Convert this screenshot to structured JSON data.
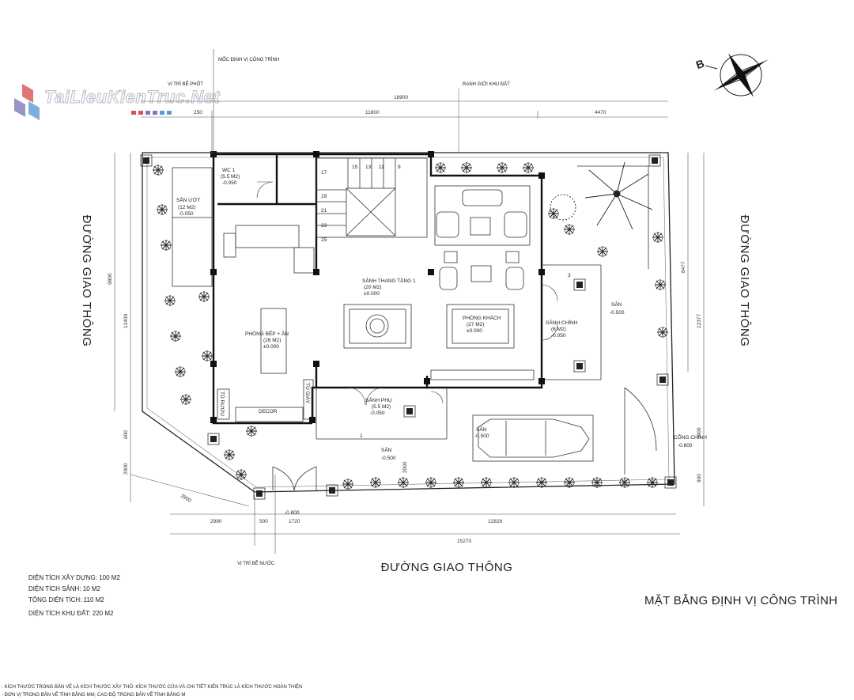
{
  "logo": {
    "text": "TaiLieuKienTruc.Net"
  },
  "roads": {
    "left": "ĐƯỜNG GIAO THÔNG",
    "right": "ĐƯỜNG GIAO THÔNG",
    "bottom": "ĐƯỜNG GIAO THÔNG"
  },
  "drawing_title": "MẶT BẰNG ĐỊNH VỊ CÔNG TRÌNH",
  "north_mark": "B",
  "callouts": {
    "moc_dinh_vi": "MỐC ĐỊNH VỊ CÔNG TRÌNH",
    "vi_tri_be_phot": "VỊ TRÍ BỂ PHỐT",
    "ranh_gioi": "RANH GIỚI KHU ĐẤT",
    "vi_tri_be_nuoc": "VỊ TRÍ BỂ NƯỚC"
  },
  "rooms": {
    "san_uot": {
      "name": "SÂN ƯỚT",
      "area": "(12 M2)",
      "level": "-0.050"
    },
    "wc": {
      "name": "WC 1",
      "area": "(5.5 M2)",
      "level": "-0.050"
    },
    "bep_an": {
      "name": "PHÒNG BẾP + ĂN",
      "area": "(26 M2)",
      "level": "±0.000"
    },
    "sanh_thang": {
      "name": "SẢNH THANG TẦNG 1",
      "area": "(20 M2)",
      "level": "±0.000"
    },
    "khach": {
      "name": "PHÒNG KHÁCH",
      "area": "(27 M2)",
      "level": "±0.000"
    },
    "sanh_chinh": {
      "name": "SẢNH CHÍNH",
      "area": "(6 M2)",
      "level": "-0.050"
    },
    "sanh_phu": {
      "name": "SẢNH PHỤ",
      "area": "(5.5 M2)",
      "level": "-0.050"
    },
    "san_right": {
      "name": "SÂN",
      "level": "-0.500"
    },
    "san_bottom": {
      "name": "SÂN",
      "level": "-0.500"
    },
    "san_car": {
      "name": "SÂN",
      "level": "-0.500"
    },
    "cong_chinh": {
      "name": "CỔNG CHÍNH",
      "level": "-0.800"
    },
    "gate_level": "-0.800",
    "decor": "DECOR",
    "tu_ruou": "TỦ RƯỢU",
    "tu_giay": "TỦ GIÀY"
  },
  "stairs": [
    "17",
    "15",
    "13",
    "11",
    "9",
    "19",
    "21",
    "23",
    "25",
    "3",
    "1"
  ],
  "dimensions": {
    "top_total": "18900",
    "top_a": "11800",
    "top_b": "4470",
    "top_small": "250",
    "left_a": "9800",
    "left_b": "12400",
    "left_c": "600",
    "left_d": "2000",
    "right_a": "8477",
    "right_b": "12377",
    "right_c": "3000",
    "right_d": "900",
    "bottom_a": "2990",
    "bottom_b": "500",
    "bottom_c": "1720",
    "bottom_d": "12828",
    "bottom_total": "15270",
    "diag": "3900",
    "gate": "2000"
  },
  "summary": [
    "DIỆN TÍCH XÂY DỰNG: 100 M2",
    "DIỆN TÍCH SẢNH: 10 M2",
    "TỔNG DIỆN TÍCH: 110 M2",
    "DIỆN TÍCH KHU ĐẤT: 220 M2"
  ],
  "footnotes": [
    "- KÍCH THƯỚC TRONG BẢN VẼ LÀ KÍCH THƯỚC XÂY THÔ: KÍCH THƯỚC CỬA VÀ CHI TIẾT KIẾN TRÚC LÀ KÍCH THƯỚC HOÀN THIỆN",
    "- ĐƠN VỊ TRONG BẢN VẼ TÍNH BẰNG MM; CAO ĐỘ TRONG BẢN VẼ TÍNH BẰNG M"
  ]
}
